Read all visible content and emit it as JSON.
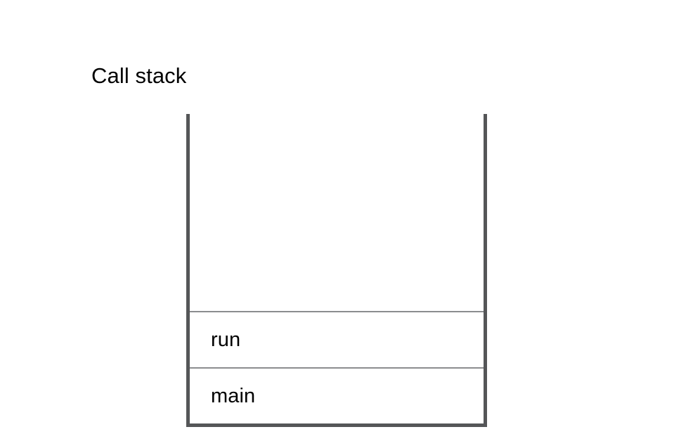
{
  "diagram": {
    "title": "Call stack",
    "type": "call-stack",
    "colors": {
      "background": "#ffffff",
      "wall": "#555658",
      "divider": "#8b8d8f",
      "text": "#000000"
    },
    "container": {
      "open_top": true,
      "walls": [
        "left",
        "right",
        "bottom"
      ]
    },
    "empty_space_label": "",
    "frames": [
      {
        "label": "run",
        "position": "top"
      },
      {
        "label": "main",
        "position": "bottom"
      }
    ]
  }
}
